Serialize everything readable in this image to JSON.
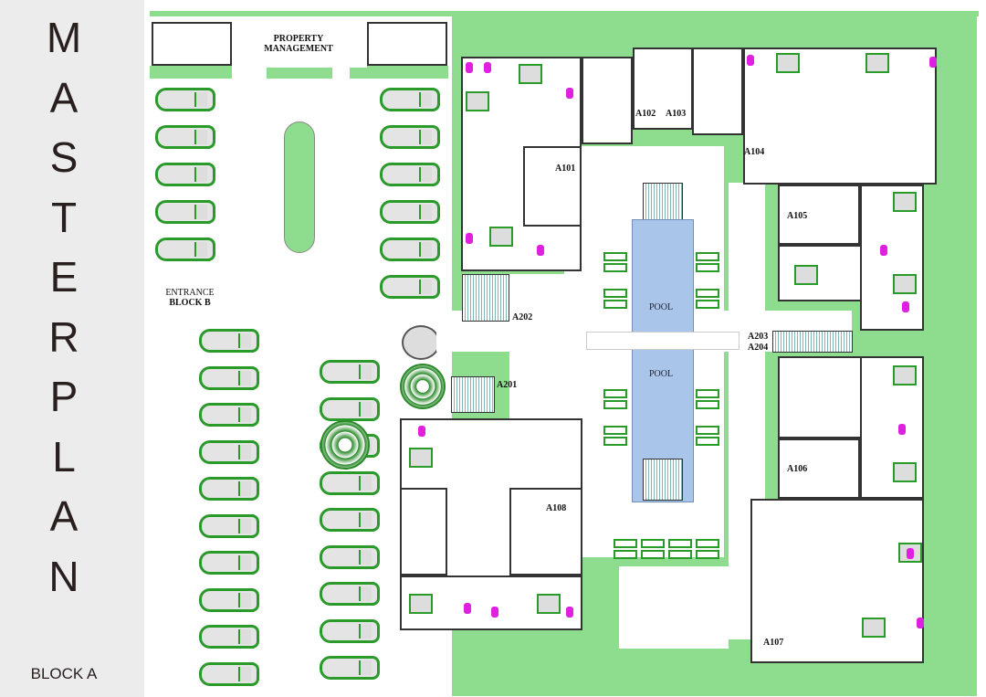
{
  "sidebar": {
    "title_letters": [
      "M",
      "A",
      "S",
      "T",
      "E",
      "R",
      "P",
      "L",
      "A",
      "N"
    ],
    "subtitle": "BLOCK A"
  },
  "plan": {
    "property_management": [
      "PROPERTY",
      "MANAGEMENT"
    ],
    "entrance": [
      "ENTRANCE",
      "BLOCK B"
    ],
    "pool_labels": [
      "POOL",
      "POOL"
    ],
    "units": {
      "a101": "A101",
      "a102": "A102",
      "a103": "A103",
      "a104": "A104",
      "a105": "A105",
      "a106": "A106",
      "a107": "A107",
      "a108": "A108",
      "a201": "A201",
      "a202": "A202",
      "a203": "A203",
      "a204": "A204"
    }
  },
  "colors": {
    "lawn": "#8edc8e",
    "pool": "#a9c6ea",
    "furniture": "#2a9a2a",
    "sanitary": "#e020e0"
  }
}
